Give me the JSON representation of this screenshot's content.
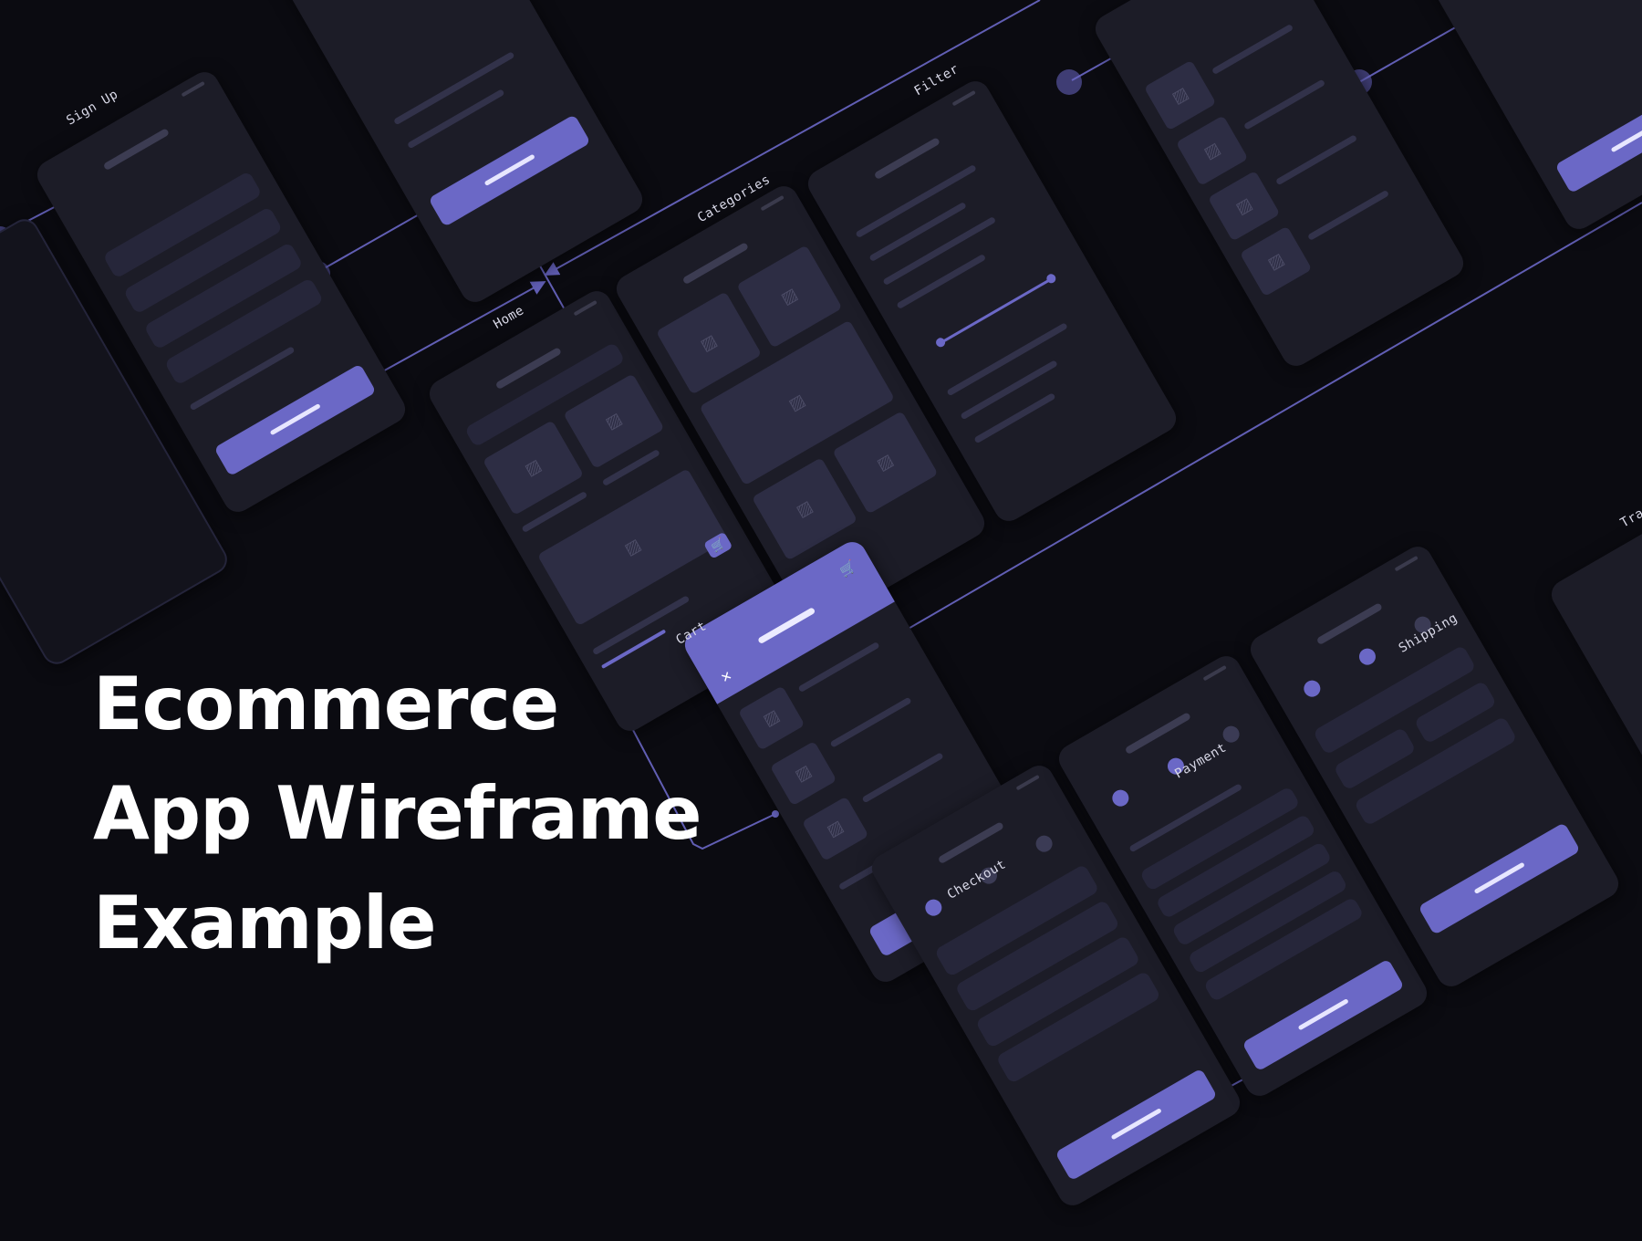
{
  "headline": {
    "line1": "Ecommerce",
    "line2": "App Wireframe",
    "line3": "Example"
  },
  "screens": {
    "signup": "Sign Up",
    "home": "Home",
    "categories": "Categories",
    "filter": "Filter",
    "cart": "Cart",
    "checkout": "Checkout",
    "payment": "Payment",
    "shipping": "Shipping",
    "partial_right": "Tra"
  },
  "icons": {
    "cart_button": "cart-icon",
    "close": "close-icon",
    "image_placeholder": "image-placeholder-icon"
  },
  "colors": {
    "background": "#0b0b11",
    "screen": "#1c1c27",
    "accent": "#6b68c6",
    "text": "#ffffff"
  }
}
